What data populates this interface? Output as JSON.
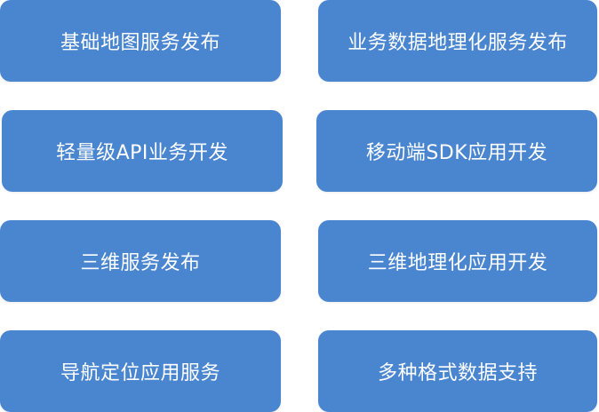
{
  "colors": {
    "tile_background": "#4a86d0",
    "tile_text": "#ffffff",
    "page_background": "#ffffff"
  },
  "tiles": [
    {
      "label": "基础地图服务发布"
    },
    {
      "label": "业务数据地理化服务发布"
    },
    {
      "label": "轻量级API业务开发"
    },
    {
      "label": "移动端SDK应用开发"
    },
    {
      "label": "三维服务发布"
    },
    {
      "label": "三维地理化应用开发"
    },
    {
      "label": "导航定位应用服务"
    },
    {
      "label": "多种格式数据支持"
    }
  ]
}
